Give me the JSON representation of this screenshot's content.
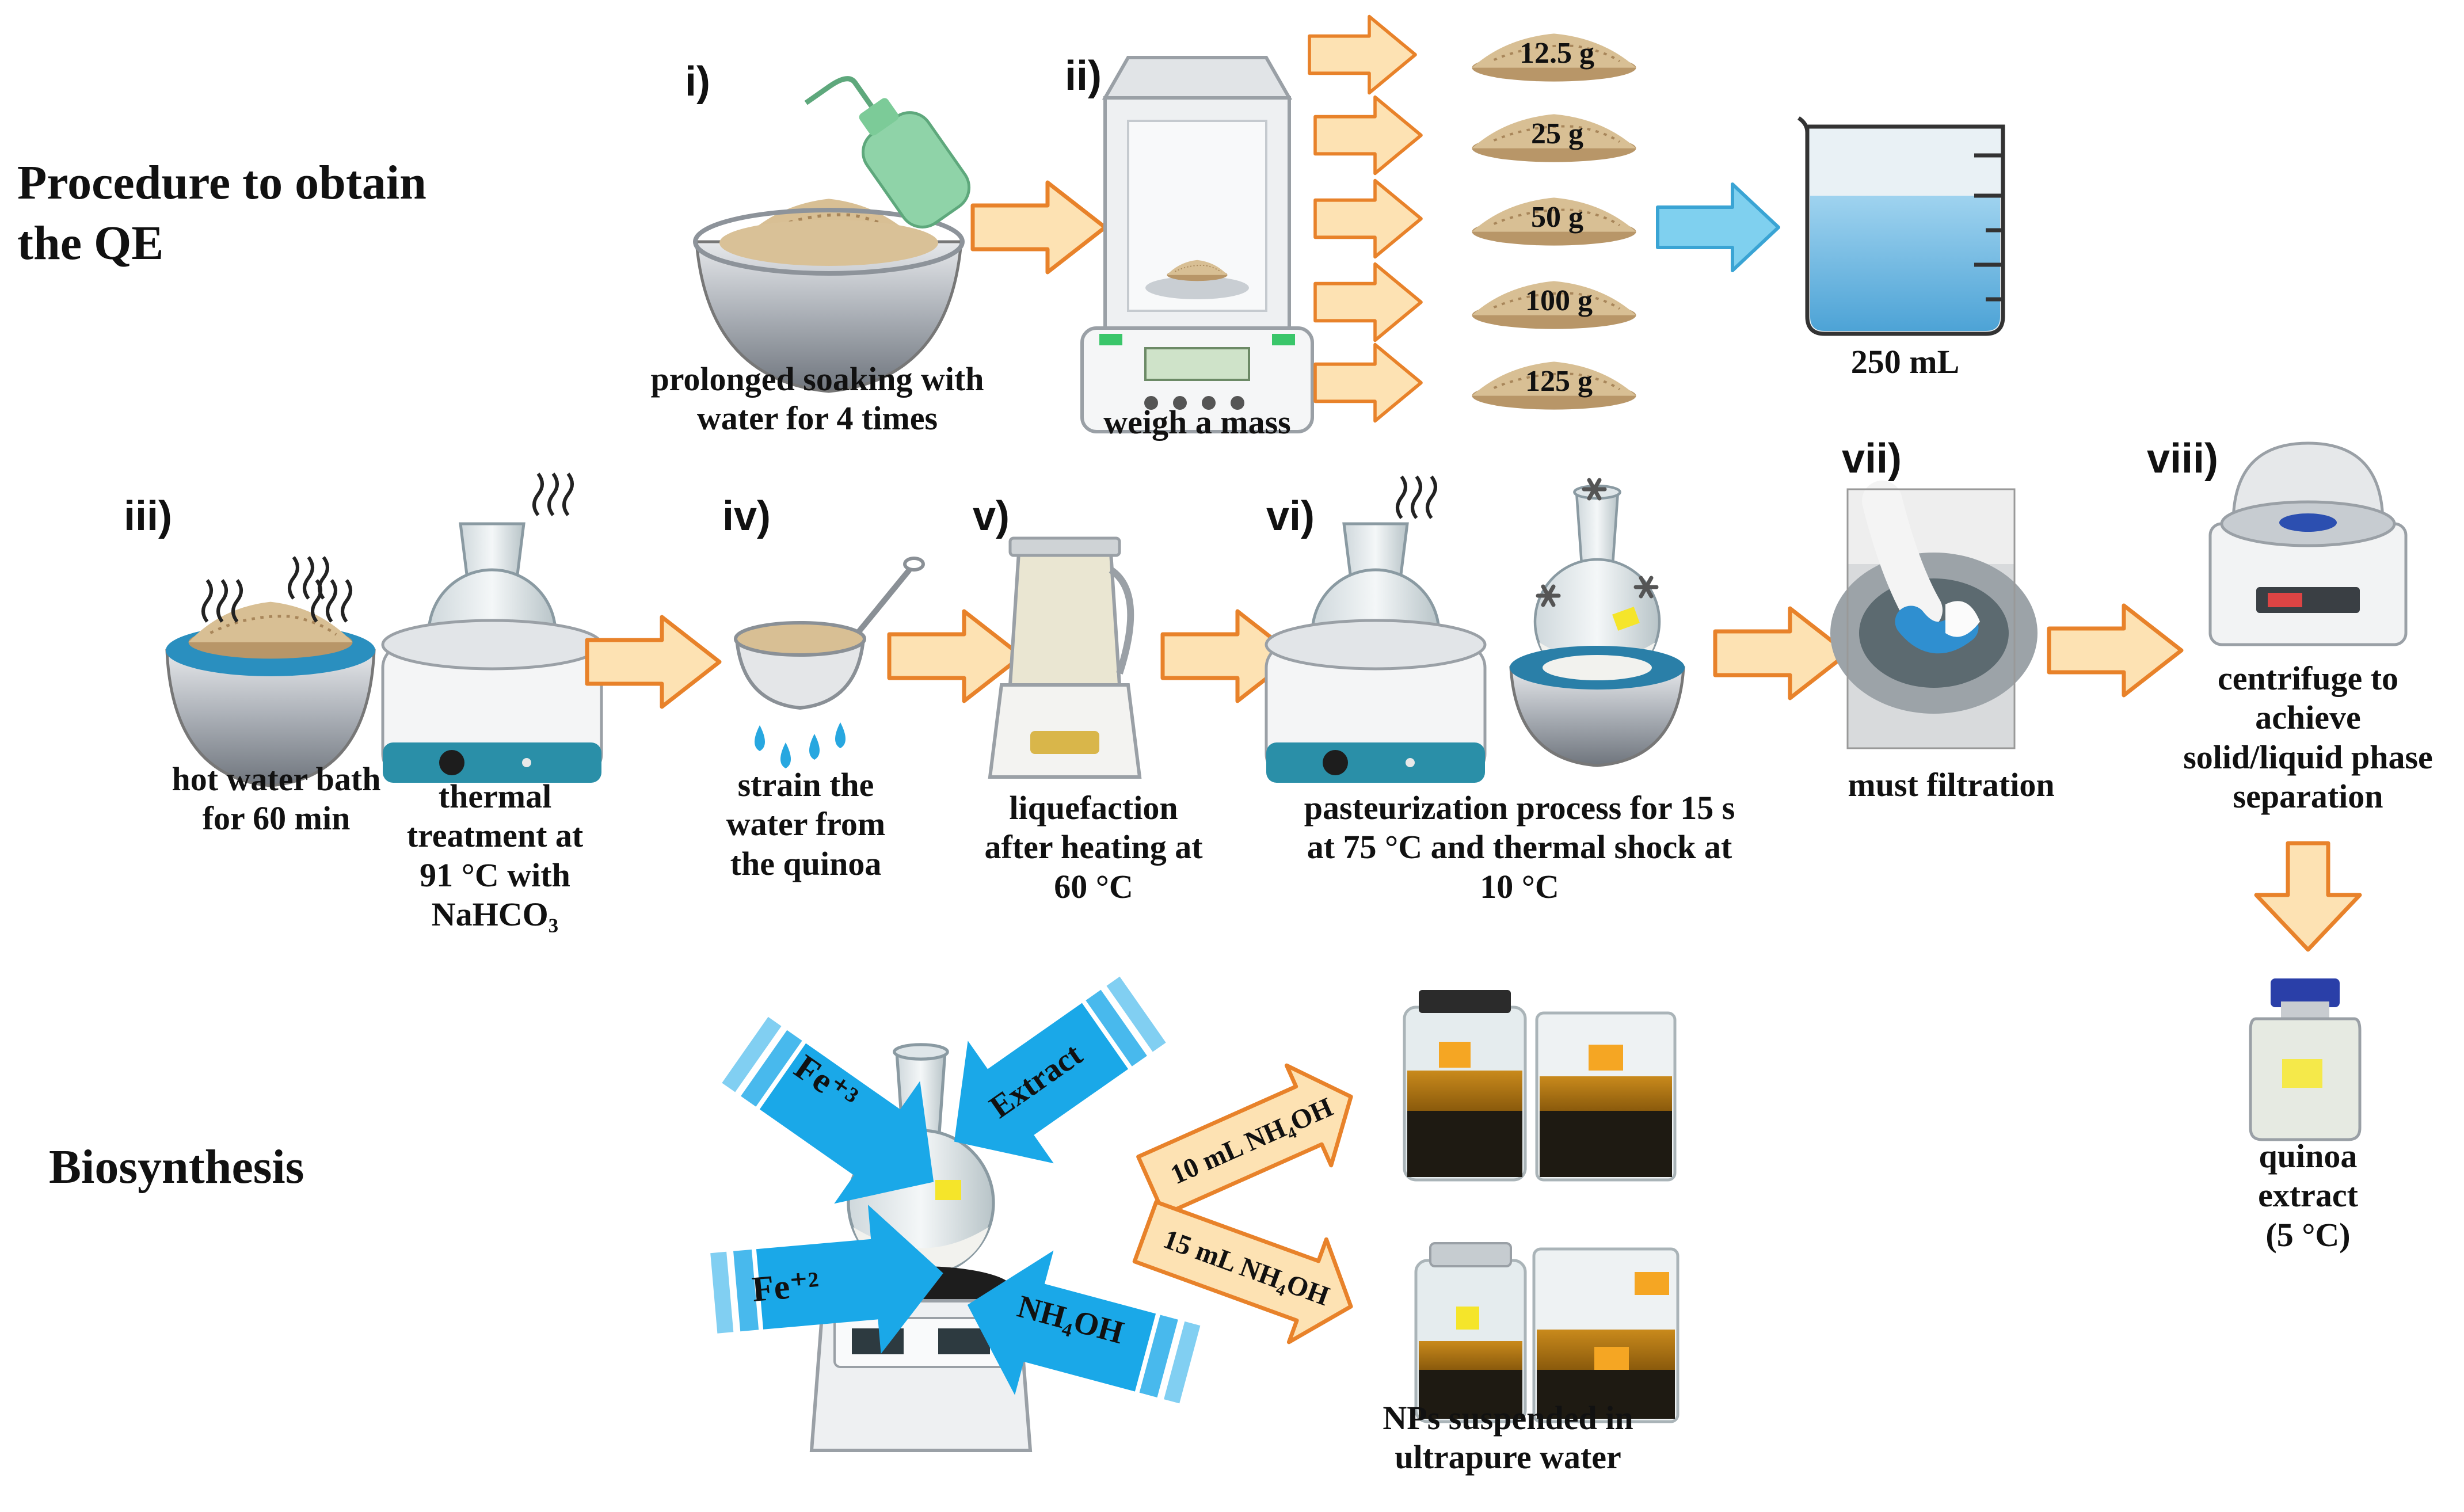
{
  "headings": {
    "procedure": "Procedure to obtain\nthe QE",
    "biosynthesis": "Biosynthesis"
  },
  "steps": {
    "i": "i)",
    "ii": "ii)",
    "iii": "iii)",
    "iv": "iv)",
    "v": "v)",
    "vi": "vi)",
    "vii": "vii)",
    "viii": "viii)"
  },
  "captions": {
    "soaking": "prolonged soaking with\nwater for 4 times",
    "weigh": "weigh a mass",
    "volume": "250 mL",
    "hot_bath": "hot water bath\nfor 60 min",
    "thermal": "thermal\ntreatment at\n91 °C with\nNaHCO₃",
    "strain": "strain the\nwater from\nthe quinoa",
    "liquefaction": "liquefaction\nafter heating at\n60 °C",
    "pasteurization": "pasteurization process for 15 s\nat 75 °C and thermal shock at\n10 °C",
    "filtration": "must filtration",
    "centrifuge": "centrifuge to\nachieve\nsolid/liquid phase\nseparation",
    "extract": "quinoa\nextract\n(5 °C)",
    "nps": "NPs suspended in\nultrapure water"
  },
  "masses": [
    "12.5 g",
    "25 g",
    "50 g",
    "100 g",
    "125 g"
  ],
  "reagents": {
    "fe3": "Fe⁺³",
    "extract": "Extract",
    "fe2": "Fe⁺²",
    "nh4oh": "NH₄OH"
  },
  "additions": {
    "ten": "10 mL NH₄OH",
    "fifteen": "15 mL NH₄OH"
  },
  "colors": {
    "orange_arrow_fill": "#fde2b3",
    "orange_arrow_stroke": "#e8822a",
    "blue_arrow": "#1aa8e8",
    "light_blue_arrow": "#7fd0ef",
    "quinoa": "#d2b48c",
    "steel": "#b8bcc2",
    "heater_teal": "#2a8fa8",
    "dark_liquid": "#1e1a12"
  }
}
